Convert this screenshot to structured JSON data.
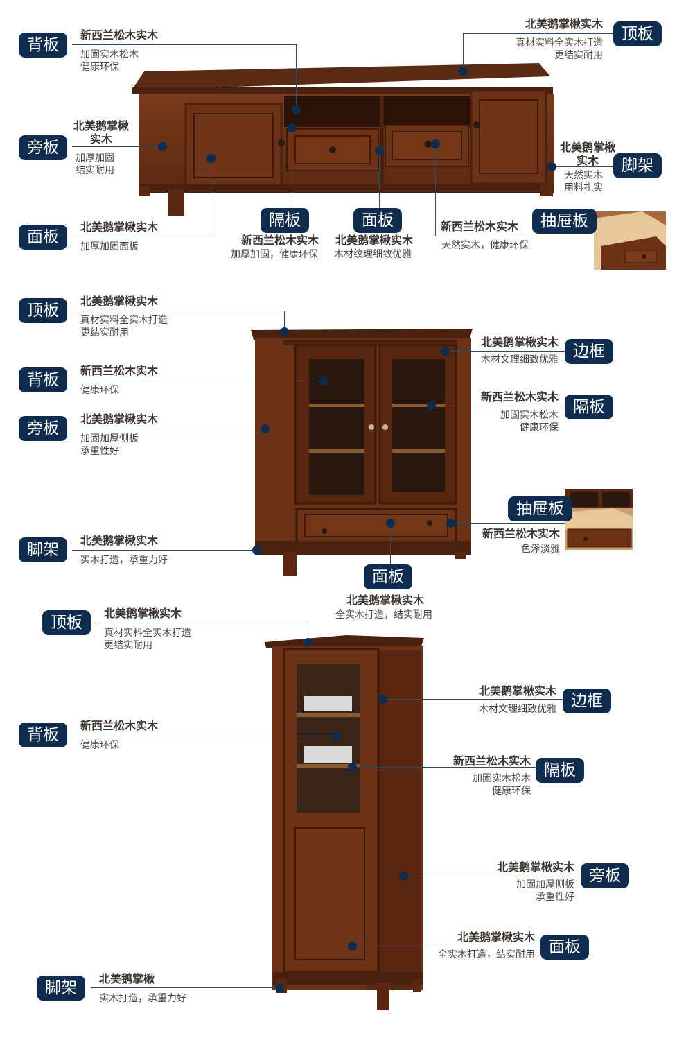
{
  "section1": {
    "back": {
      "tag": "背板",
      "title": "新西兰松木实木",
      "desc": "加固实木松木\n健康环保"
    },
    "top": {
      "tag": "顶板",
      "title": "北美鹅掌楸实木",
      "desc": "真材实料全实木打造\n更结实耐用"
    },
    "side": {
      "tag": "旁板",
      "title": "北美鹅掌楸\n实木",
      "desc": "加厚加固\n结实耐用"
    },
    "foot": {
      "tag": "脚架",
      "title": "北美鹅掌楸\n实木",
      "desc": "天然实木\n用料扎实"
    },
    "front": {
      "tag": "面板",
      "title": "北美鹅掌楸实木",
      "desc": "加厚加固面板"
    },
    "shelf": {
      "tag": "隔板",
      "title": "新西兰松木实木",
      "desc": "加厚加固，健康环保"
    },
    "panel": {
      "tag": "面板",
      "title": "北美鹅掌楸实木",
      "desc": "木材纹理细致优雅"
    },
    "drawer": {
      "tag": "抽屉板",
      "title": "新西兰松木实木",
      "desc": "天然实木，健康环保"
    }
  },
  "section2": {
    "top": {
      "tag": "顶板",
      "title": "北美鹅掌楸实木",
      "desc": "真材实料全实木打造\n更结实耐用"
    },
    "back": {
      "tag": "背板",
      "title": "新西兰松木实木",
      "desc": "健康环保"
    },
    "side": {
      "tag": "旁板",
      "title": "北美鹅掌楸实木",
      "desc": "加固加厚侧板\n承重性好"
    },
    "foot": {
      "tag": "脚架",
      "title": "北美鹅掌楸实木",
      "desc": "实木打造，承重力好"
    },
    "frame": {
      "tag": "边框",
      "title": "北美鹅掌楸实木",
      "desc": "木材文理细致优雅"
    },
    "shelf": {
      "tag": "隔板",
      "title": "新西兰松木实木",
      "desc": "加固实木松木\n健康环保"
    },
    "drawer": {
      "tag": "抽屉板",
      "title": "新西兰松木实木",
      "desc": "色泽淡雅"
    },
    "front": {
      "tag": "面板",
      "title": "北美鹅掌楸实木",
      "desc": "全实木打造，结实耐用"
    }
  },
  "section3": {
    "top": {
      "tag": "顶板",
      "title": "北美鹅掌楸实木",
      "desc": "真材实料全实木打造\n更结实耐用"
    },
    "back": {
      "tag": "背板",
      "title": "新西兰松木实木",
      "desc": "健康环保"
    },
    "frame": {
      "tag": "边框",
      "title": "北美鹅掌楸实木",
      "desc": "木材文理细致优雅"
    },
    "shelf": {
      "tag": "隔板",
      "title": "新西兰松木实木",
      "desc": "加固实木松木\n健康环保"
    },
    "side": {
      "tag": "旁板",
      "title": "北美鹅掌楸实木",
      "desc": "加固加厚侧板\n承重性好"
    },
    "front": {
      "tag": "面板",
      "title": "北美鹅掌楸实木",
      "desc": "全实木打造，结实耐用"
    },
    "foot": {
      "tag": "脚架",
      "title": "北美鹅掌楸",
      "desc": "实木打造，承重力好"
    }
  },
  "colors": {
    "tag_bg": "#0f2c4f",
    "wood": "#6b3218",
    "wood_dark": "#4a200e",
    "wood_light": "#8a4a26"
  }
}
